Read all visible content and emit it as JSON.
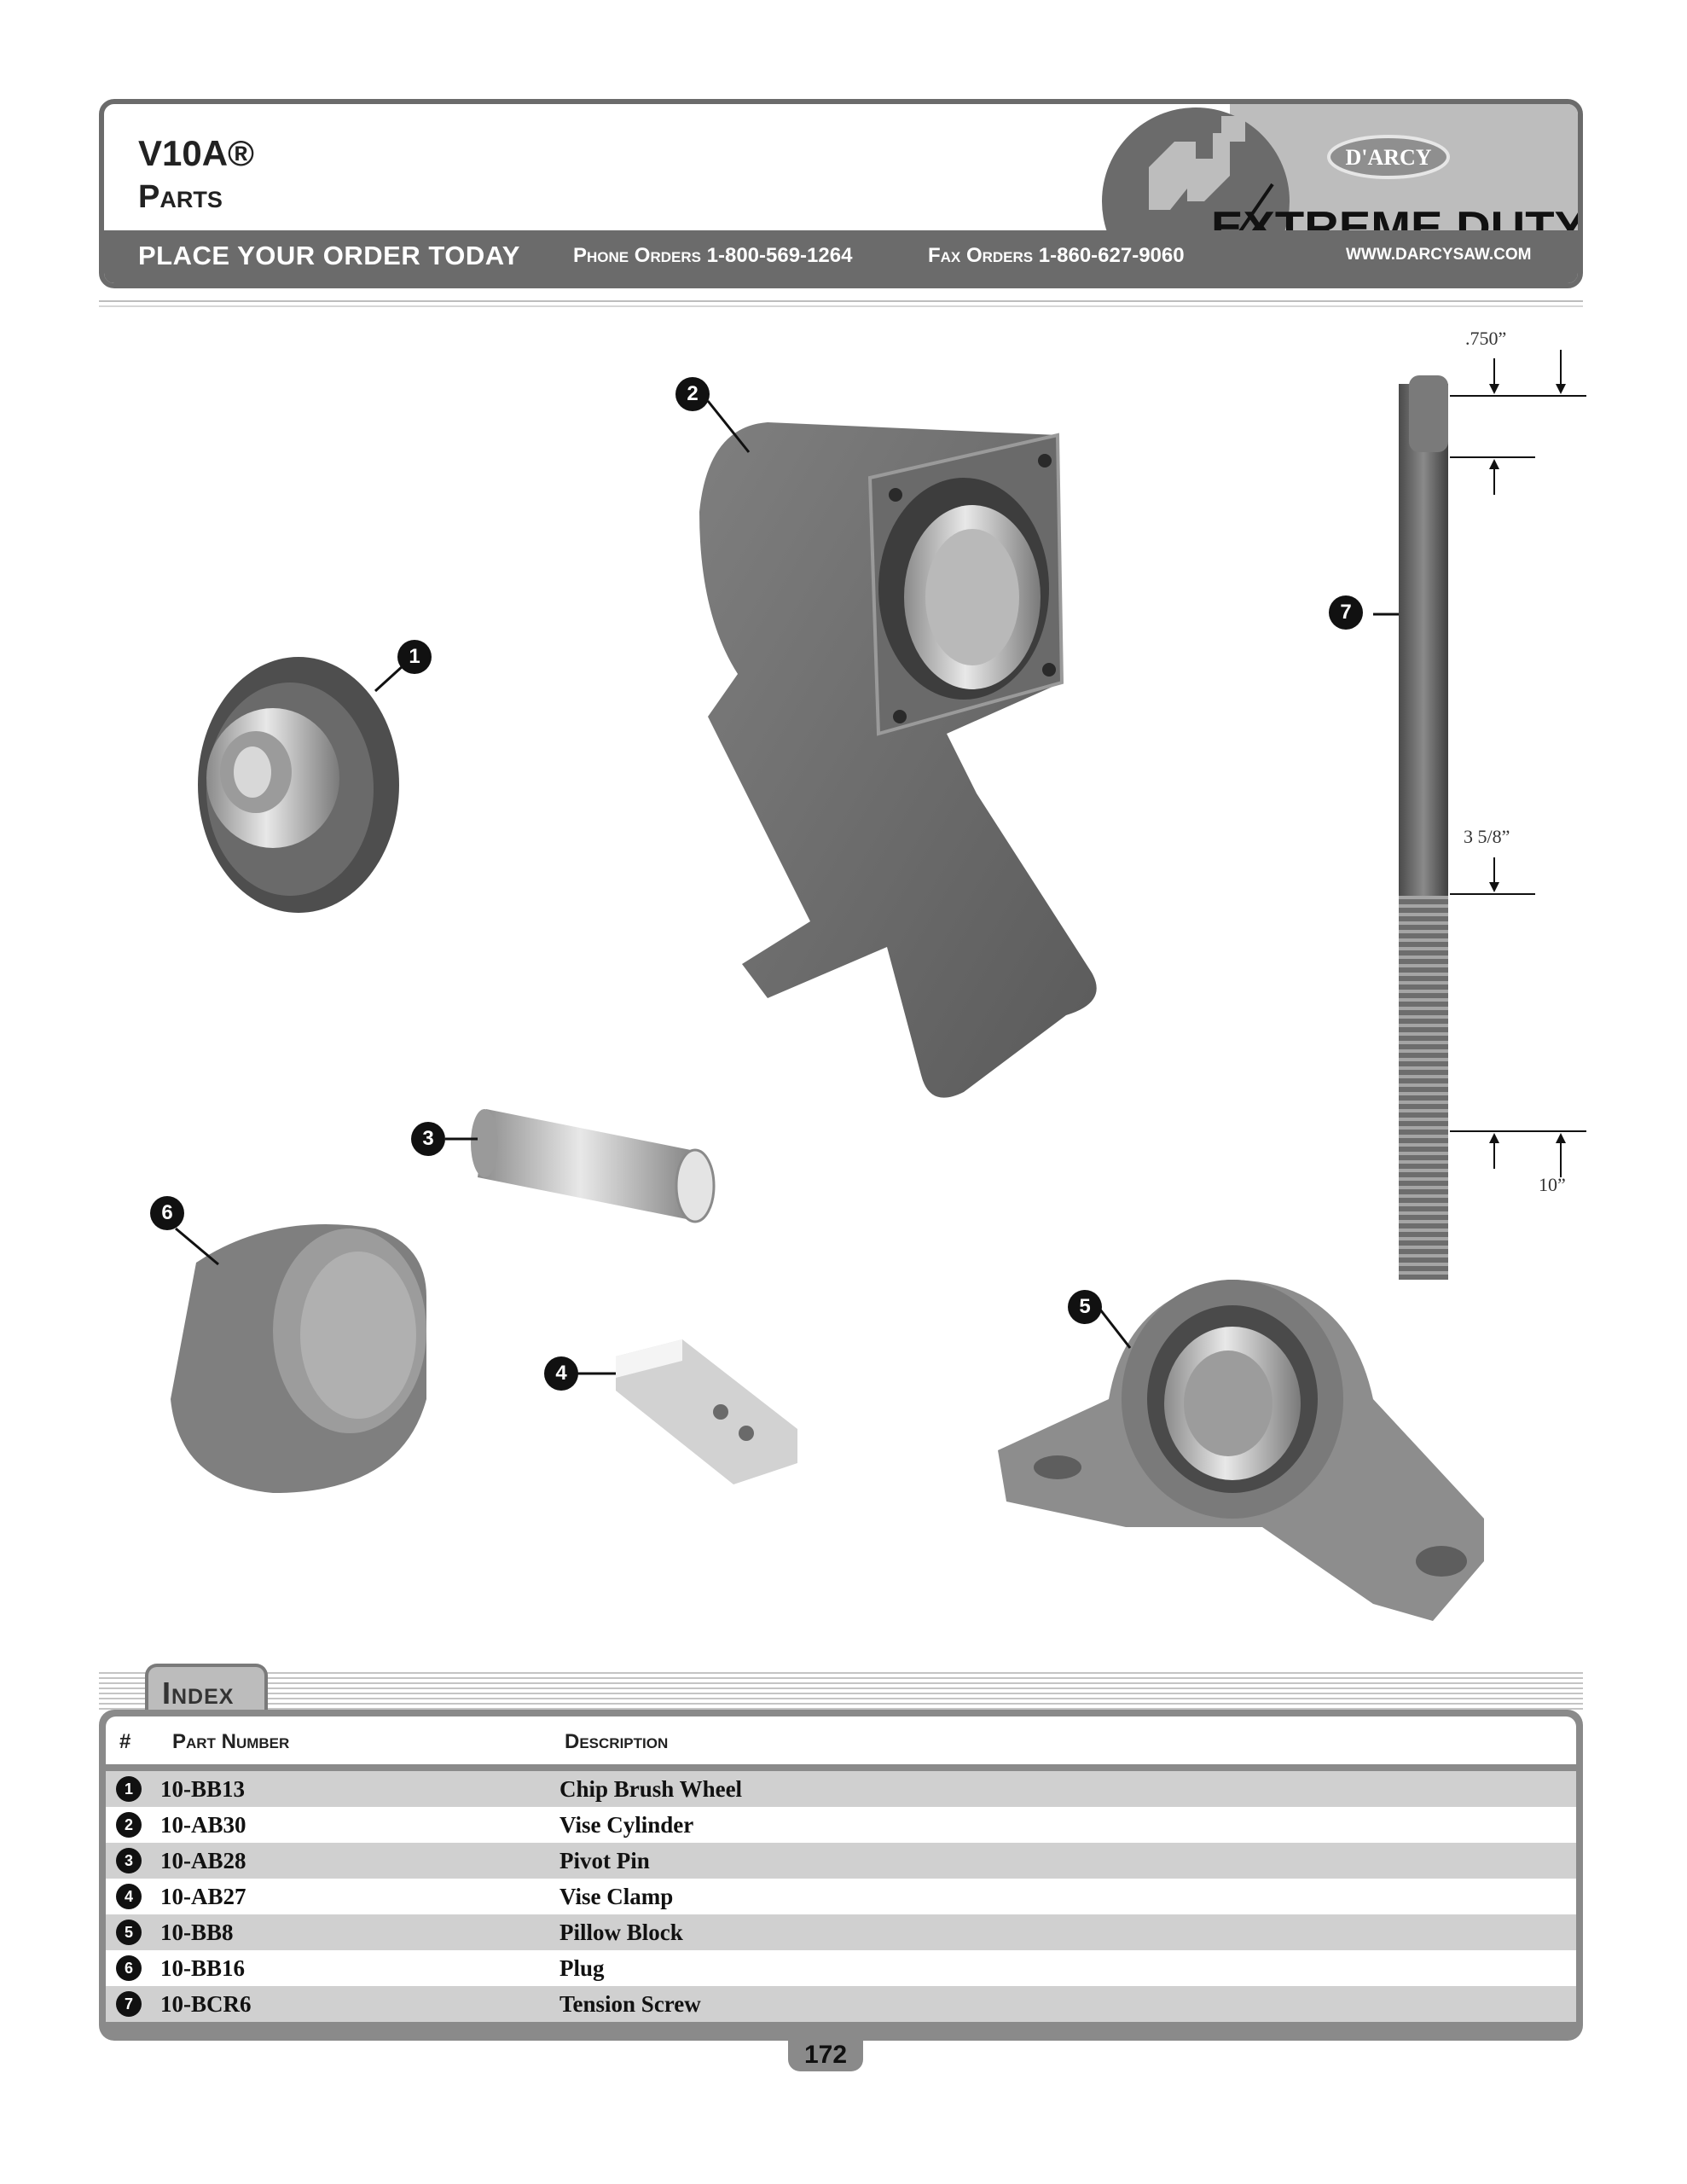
{
  "header": {
    "model": "V10A®",
    "section": "Parts",
    "order_cta": "PLACE YOUR ORDER TODAY",
    "phone_orders": "Phone Orders 1-800-569-1264",
    "fax_orders": "Fax Orders 1-860-627-9060",
    "website": "WWW.DARCYSAW.COM",
    "brand_logo_text": "D'ARCY",
    "brand_tagline": "EXTREME DUTY",
    "logo_icon": "robot-arm-icon"
  },
  "colors": {
    "header_gray": "#6b6b6b",
    "row_gray": "#d0d0d0",
    "frame_gray": "#8a8a8a"
  },
  "callouts": [
    "1",
    "2",
    "3",
    "4",
    "5",
    "6",
    "7"
  ],
  "dimensions": {
    "top": ".750”",
    "middle": "3 5/8”",
    "overall": "10”"
  },
  "index": {
    "title": "Index",
    "columns": {
      "num": "#",
      "part_number": "Part Number",
      "description": "Description"
    },
    "rows": [
      {
        "num": "1",
        "part_number": "10-BB13",
        "description": "Chip Brush Wheel"
      },
      {
        "num": "2",
        "part_number": "10-AB30",
        "description": "Vise Cylinder"
      },
      {
        "num": "3",
        "part_number": "10-AB28",
        "description": "Pivot Pin"
      },
      {
        "num": "4",
        "part_number": "10-AB27",
        "description": "Vise Clamp"
      },
      {
        "num": "5",
        "part_number": "10-BB8",
        "description": "Pillow Block"
      },
      {
        "num": "6",
        "part_number": "10-BB16",
        "description": "Plug"
      },
      {
        "num": "7",
        "part_number": "10-BCR6",
        "description": "Tension Screw"
      }
    ]
  },
  "page_number": "172"
}
